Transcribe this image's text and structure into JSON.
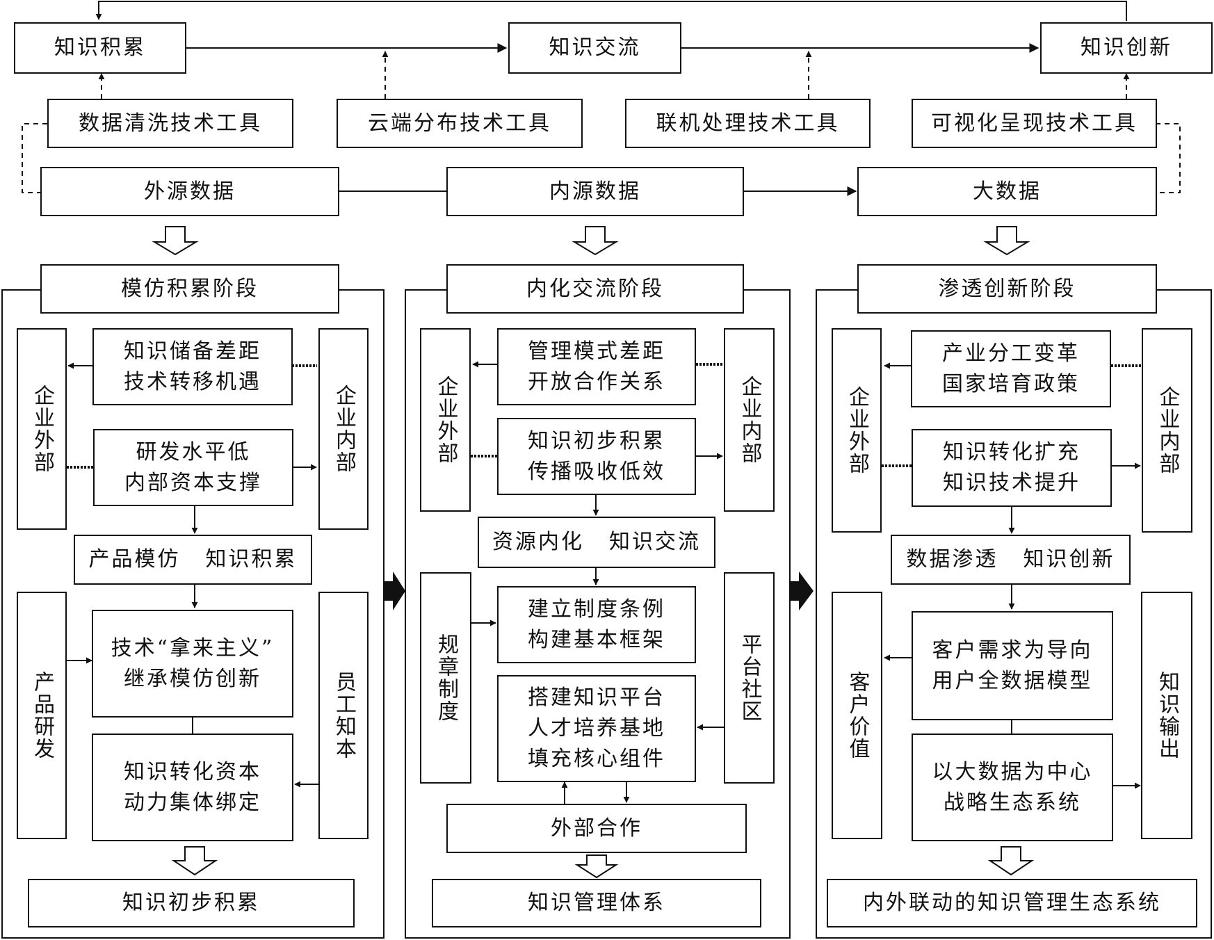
{
  "top": {
    "accumulation": "知识积累",
    "exchange": "知识交流",
    "innovation": "知识创新"
  },
  "tools": {
    "cleaning": "数据清洗技术工具",
    "cloud": "云端分布技术工具",
    "online": "联机处理技术工具",
    "visual": "可视化呈现技术工具"
  },
  "data_sources": {
    "external": "外源数据",
    "internal": "内源数据",
    "big": "大数据"
  },
  "stage1": {
    "title": "模仿积累阶段",
    "outside": "企业外部",
    "inside": "企业内部",
    "box1": "知识储备差距\n技术转移机遇",
    "box2": "研发水平低\n内部资本支撑",
    "combo_a": "产品模仿",
    "combo_b": "知识积累",
    "left2": "产品研发",
    "right2": "员工知本",
    "box3": "技术“拿来主义”\n继承模仿创新",
    "box4": "知识转化资本\n动力集体绑定",
    "result": "知识初步积累"
  },
  "stage2": {
    "title": "内化交流阶段",
    "outside": "企业外部",
    "inside": "企业内部",
    "box1": "管理模式差距\n开放合作关系",
    "box2": "知识初步积累\n传播吸收低效",
    "combo_a": "资源内化",
    "combo_b": "知识交流",
    "left2": "规章制度",
    "right2": "平台社区",
    "box3": "建立制度条例\n构建基本框架",
    "box4": "搭建知识平台\n人才培养基地\n填充核心组件",
    "external_coop": "外部合作",
    "result": "知识管理体系"
  },
  "stage3": {
    "title": "渗透创新阶段",
    "outside": "企业外部",
    "inside": "企业内部",
    "box1": "产业分工变革\n国家培育政策",
    "box2": "知识转化扩充\n知识技术提升",
    "combo_a": "数据渗透",
    "combo_b": "知识创新",
    "left2": "客户价值",
    "right2": "知识输出",
    "box3": "客户需求为导向\n用户全数据模型",
    "box4": "以大数据为中心\n战略生态系统",
    "result": "内外联动的知识管理生态系统"
  }
}
